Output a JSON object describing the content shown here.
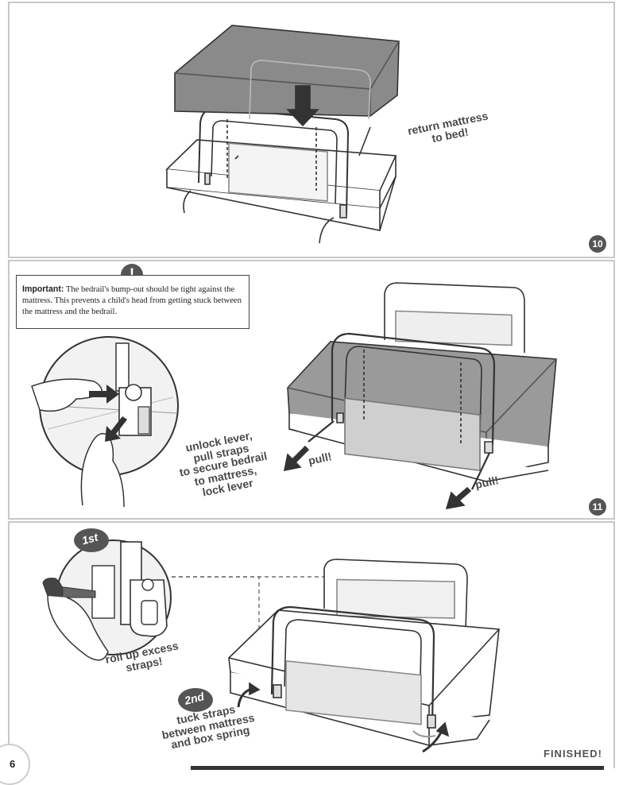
{
  "step10": {
    "number": "10",
    "instruction": "return mattress\nto bed!"
  },
  "step11": {
    "number": "11",
    "important_title": "Important:",
    "important_text": "The bedrail's bump-out should be tight against the mattress. This prevents a child's head from getting stuck between the mattress and the bedrail.",
    "warning_icon": "!",
    "instruction": "unlock lever,\npull straps\nto secure bedrail\nto mattress,\nlock lever",
    "pull_left": "pull!",
    "pull_right": "pull!"
  },
  "step12": {
    "first_badge": "1st",
    "first_instruction": "roll up excess\nstraps!",
    "second_badge": "2nd",
    "second_instruction": "tuck straps\nbetween mattress\nand box spring"
  },
  "footer": {
    "page_number": "6",
    "finished": "FINISHED!"
  }
}
